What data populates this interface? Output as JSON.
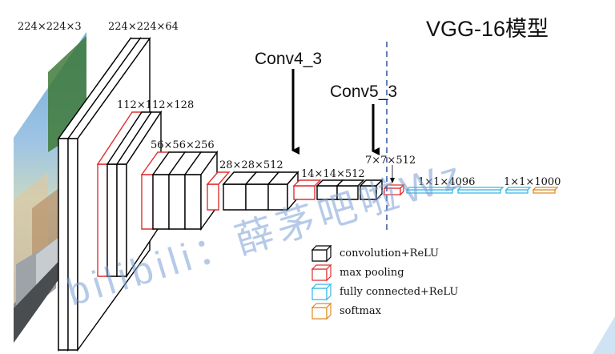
{
  "title": "VGG-16模型",
  "input_label": "224×224×3",
  "callouts": {
    "conv4": "Conv4_3",
    "conv5": "Conv5_3"
  },
  "stage_labels": {
    "s1": "224×224×64",
    "s2": "112×112×128",
    "s3": "56×56×256",
    "s4": "28×28×512",
    "s5": "14×14×512",
    "s6": "7×7×512",
    "fc1": "1×1×4096",
    "fc3": "1×1×1000"
  },
  "legend": [
    {
      "label": "convolution+ReLU",
      "color": "#000000"
    },
    {
      "label": "max pooling",
      "color": "#e03030"
    },
    {
      "label": "fully connected+ReLU",
      "color": "#30b8e8"
    },
    {
      "label": "softmax",
      "color": "#e08a20"
    }
  ],
  "watermark": "bilibili：薛茅吧啦Wz",
  "colors": {
    "conv": "#000000",
    "pool": "#e03030",
    "fc": "#30b8e8",
    "softmax": "#e08a20",
    "divider": "#3a5fa8",
    "watermark": "#7a9fd6"
  }
}
